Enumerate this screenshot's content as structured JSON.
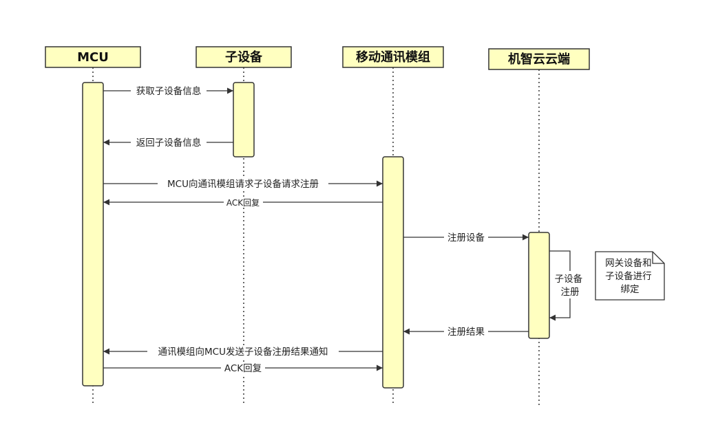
{
  "participants": [
    {
      "id": "mcu",
      "label": "MCU"
    },
    {
      "id": "sub",
      "label": "子设备"
    },
    {
      "id": "module",
      "label": "移动通讯模组"
    },
    {
      "id": "cloud",
      "label": "机智云云端"
    }
  ],
  "messages": [
    {
      "id": "m1",
      "label": "获取子设备信息"
    },
    {
      "id": "m2",
      "label": "返回子设备信息"
    },
    {
      "id": "m3",
      "label": "MCU向通讯模组请求子设备请求注册"
    },
    {
      "id": "m4",
      "label": "ACK回复"
    },
    {
      "id": "m5",
      "label": "注册设备"
    },
    {
      "id": "m6",
      "label": "子设备\n注册"
    },
    {
      "id": "m7",
      "label": "注册结果"
    },
    {
      "id": "m8",
      "label": "通讯模组向MCU发送子设备注册结果通知"
    },
    {
      "id": "m9",
      "label": "ACK回复"
    }
  ],
  "note": {
    "text": "网关设备和\n子设备进行\n绑定"
  },
  "colors": {
    "box_fill": "#ffffc0",
    "stroke": "#333333",
    "arrow": "#333333"
  }
}
